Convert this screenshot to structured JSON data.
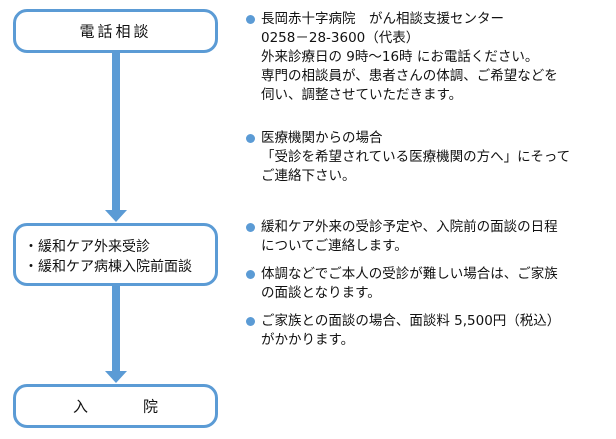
{
  "flow": {
    "step1": "電話相談",
    "step2_items": [
      "・緩和ケア外来受診",
      "・緩和ケア病棟入院前面談"
    ],
    "step3": "入　院"
  },
  "notes": {
    "phone": {
      "lines": [
        "長岡赤十字病院　がん相談支援センター",
        "0258－28-3600（代表）",
        "外来診療日の 9時～16時 にお電話ください。",
        "専門の相談員が、患者さんの体調、ご希望などを",
        "伺い、調整させていただきます。"
      ]
    },
    "institution": {
      "lines": [
        "医療機関からの場合",
        "「受診を希望されている医療機関の方へ」にそって",
        "ご連絡下さい。"
      ]
    },
    "visit": [
      {
        "lines": [
          "緩和ケア外来の受診予定や、入院前の面談の日程",
          "についてご連絡します。"
        ]
      },
      {
        "lines": [
          "体調などでご本人の受診が難しい場合は、ご家族",
          "の面談となります。"
        ]
      },
      {
        "lines": [
          "ご家族との面談の場合、面談料 5,500円（税込）",
          "がかかります。"
        ]
      }
    ]
  },
  "colors": {
    "accent": "#5b9bd5",
    "text": "#111111"
  }
}
